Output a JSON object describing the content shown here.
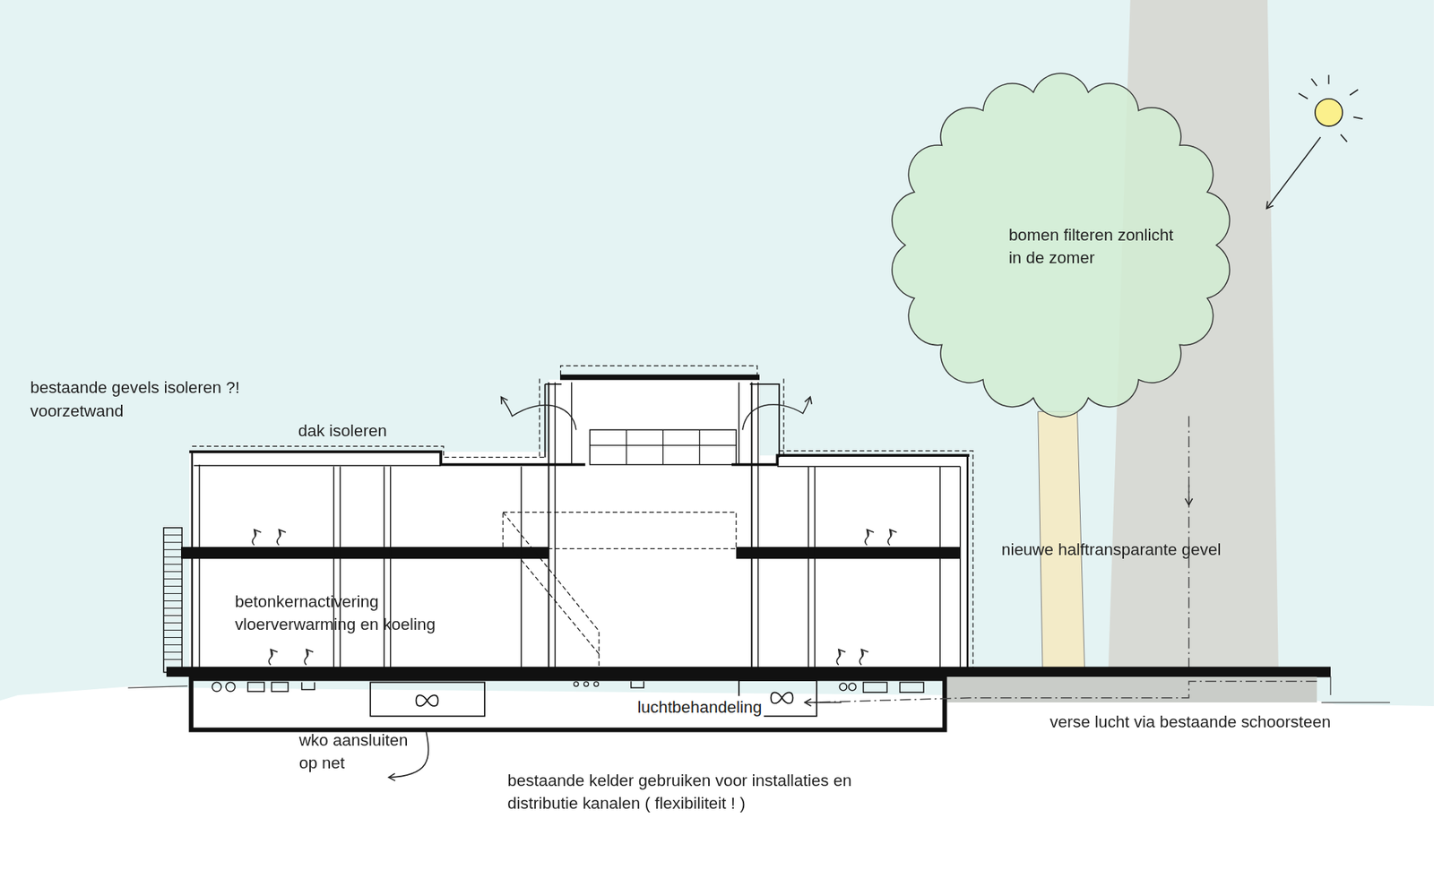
{
  "diagram": {
    "labels": [
      "bestaande gevels isoleren ?! voorzetwand",
      "dak isoleren",
      "bomen filteren zonlicht in de zomer",
      "nieuwe halftransparante gevel",
      "betonkernactivering vloerverwarming en koeling",
      "luchtbehandeling",
      "verse lucht via bestaande schoorsteen",
      "wko aansluiten op net",
      "bestaande kelder gebruiken voor installaties en distributie kanalen ( flexibiliteit ! )"
    ]
  }
}
